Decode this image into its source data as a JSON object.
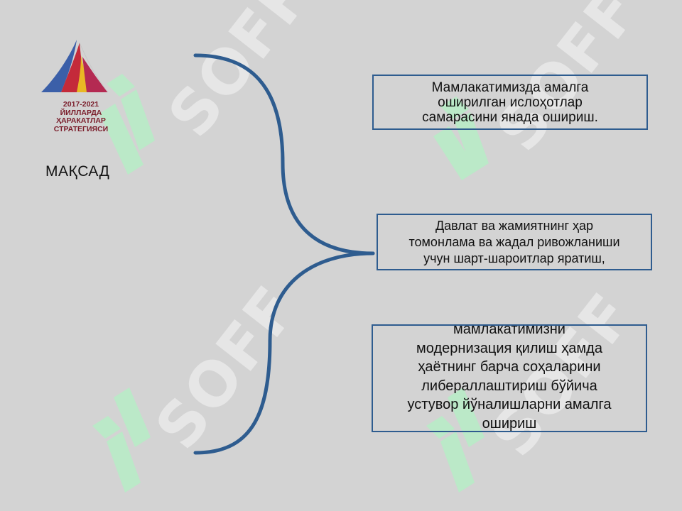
{
  "logo": {
    "caption": "2017-2021\nЙИЛЛАРДА\nҲАРАКАТЛАР\nСТРАТЕГИЯСИ"
  },
  "goal_label": "МАҚСАД",
  "boxes": [
    {
      "text": "Мамлакатимизда амалга\nоширилган ислоҳотлар\nсамарасини янада ошириш."
    },
    {
      "text": "Давлат ва жамиятнинг ҳар\nтомонлама ва жадал ривожланиши\nучун шарт-шароитлар яратиш,"
    },
    {
      "text": "мамлакатимизни\nмодернизация қилиш ҳамда\nҳаётнинг барча соҳаларини\nлибераллаштириш бўйича\nустувор йўналишларни амалга\nошириш"
    }
  ],
  "watermark": {
    "text": "SOFF",
    "color": "#e6e6e6",
    "icon_color": "#b6ecc6"
  },
  "colors": {
    "background": "#d3d3d3",
    "bracket": "#2e5c8f",
    "box_border": "#2e5c8f"
  }
}
